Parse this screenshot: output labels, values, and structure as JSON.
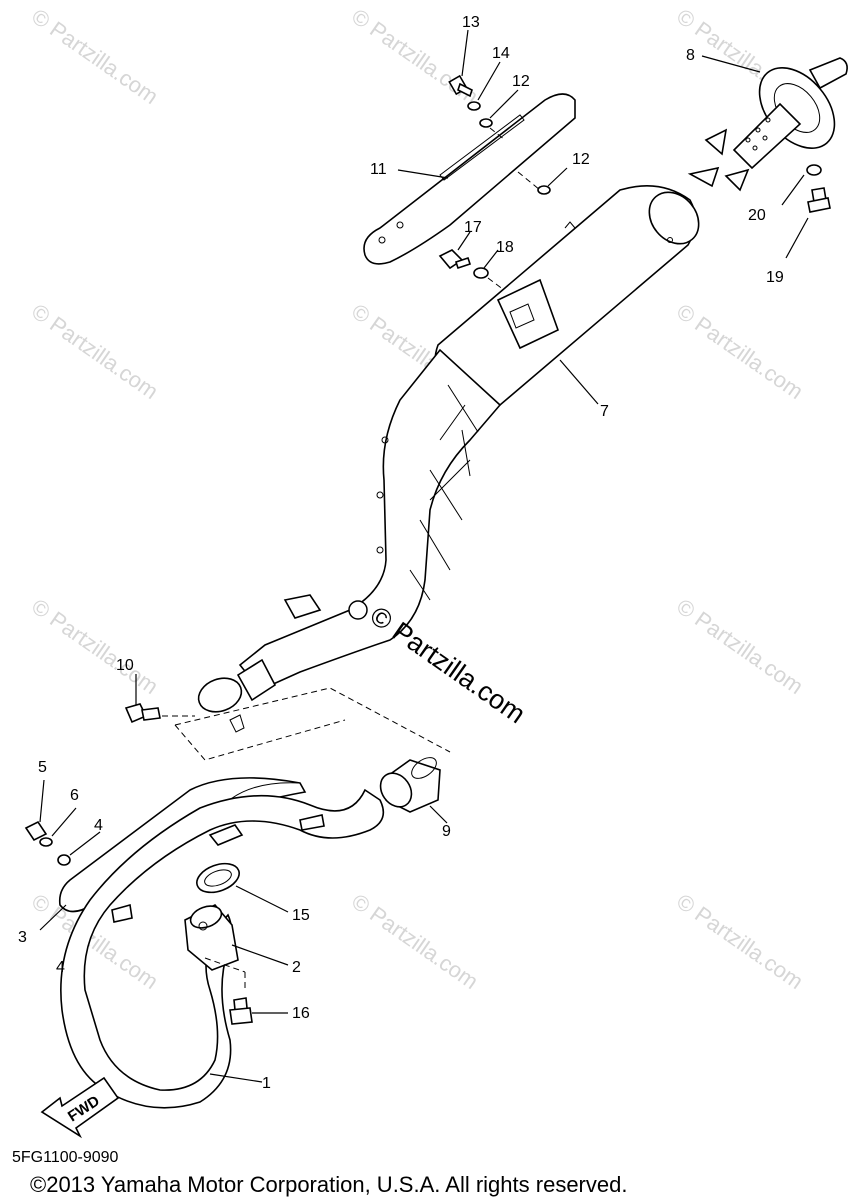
{
  "diagram": {
    "part_labels": [
      "13",
      "14",
      "12",
      "8",
      "11",
      "12",
      "17",
      "18",
      "20",
      "19",
      "7",
      "10",
      "9",
      "5",
      "6",
      "4",
      "3",
      "4",
      "15",
      "2",
      "16",
      "1"
    ],
    "watermark_small": "© Partzilla.com",
    "watermark_large": "© Partzilla.com",
    "fwd_label": "FWD",
    "diagram_code": "5FG1100-9090",
    "copyright": "©2013 Yamaha Motor Corporation, U.S.A. All rights reserved."
  }
}
